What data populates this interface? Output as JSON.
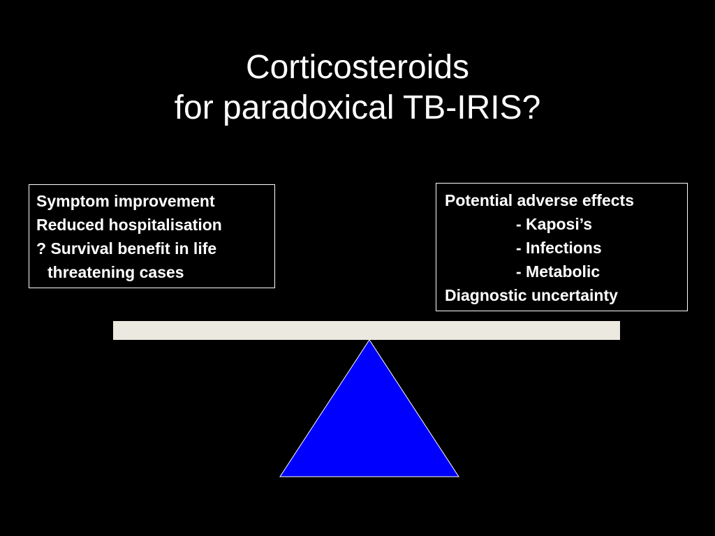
{
  "slide": {
    "title_line1": "Corticosteroids",
    "title_line2": "for paradoxical TB-IRIS?"
  },
  "benefits": {
    "items": [
      "Symptom improvement",
      "Reduced hospitalisation",
      "? Survival benefit in life",
      "threatening cases"
    ]
  },
  "risks": {
    "heading": "Potential adverse effects",
    "sub_items": [
      "- Kaposi’s",
      "- Infections",
      "- Metabolic"
    ],
    "footer": "Diagnostic uncertainty"
  },
  "colors": {
    "background": "#000000",
    "text": "#ffffff",
    "beam": "#ece9e0",
    "fulcrum": "#0000ff"
  }
}
